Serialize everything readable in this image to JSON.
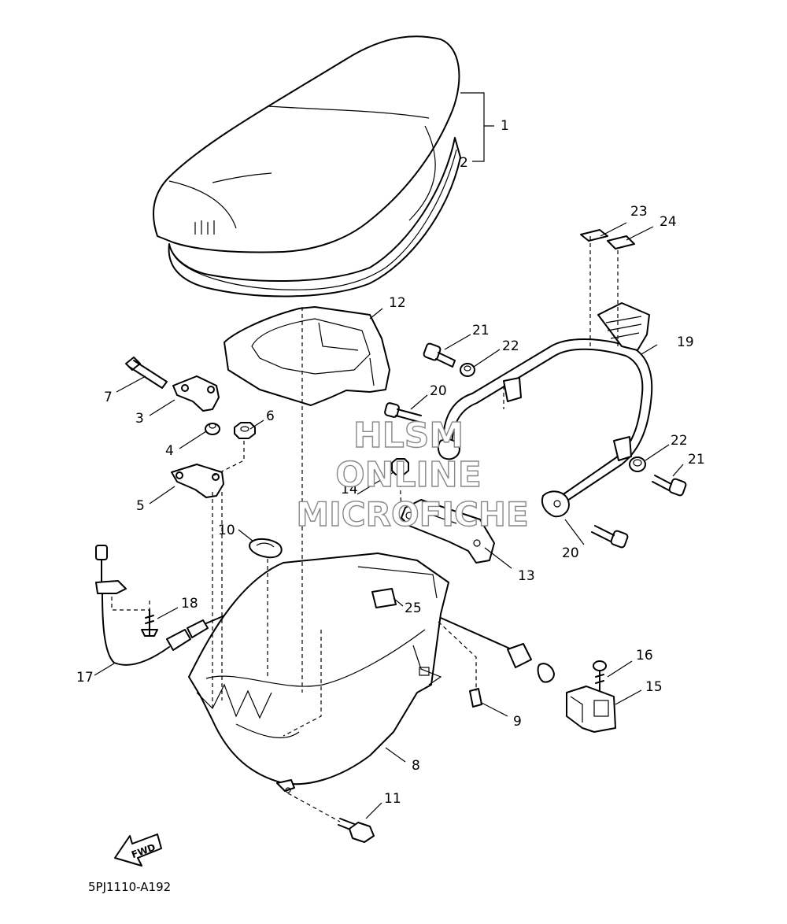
{
  "diagram_code": "5PJ1110-A192",
  "fwd_label": "FWD",
  "watermark": {
    "line1": "HLSM",
    "line2": "ONLINE",
    "line3": "MICROFICHE"
  },
  "callouts": [
    {
      "id": "1",
      "label": "1"
    },
    {
      "id": "2",
      "label": "2"
    },
    {
      "id": "3",
      "label": "3"
    },
    {
      "id": "4",
      "label": "4"
    },
    {
      "id": "5",
      "label": "5"
    },
    {
      "id": "6",
      "label": "6"
    },
    {
      "id": "7",
      "label": "7"
    },
    {
      "id": "8",
      "label": "8"
    },
    {
      "id": "9",
      "label": "9"
    },
    {
      "id": "10",
      "label": "10"
    },
    {
      "id": "11",
      "label": "11"
    },
    {
      "id": "12",
      "label": "12"
    },
    {
      "id": "13",
      "label": "13"
    },
    {
      "id": "14",
      "label": "14"
    },
    {
      "id": "15",
      "label": "15"
    },
    {
      "id": "16",
      "label": "16"
    },
    {
      "id": "17",
      "label": "17"
    },
    {
      "id": "18",
      "label": "18"
    },
    {
      "id": "19",
      "label": "19"
    },
    {
      "id": "20a",
      "label": "20"
    },
    {
      "id": "20b",
      "label": "20"
    },
    {
      "id": "21a",
      "label": "21"
    },
    {
      "id": "21b",
      "label": "21"
    },
    {
      "id": "22a",
      "label": "22"
    },
    {
      "id": "22b",
      "label": "22"
    },
    {
      "id": "23",
      "label": "23"
    },
    {
      "id": "24",
      "label": "24"
    },
    {
      "id": "25",
      "label": "25"
    }
  ]
}
